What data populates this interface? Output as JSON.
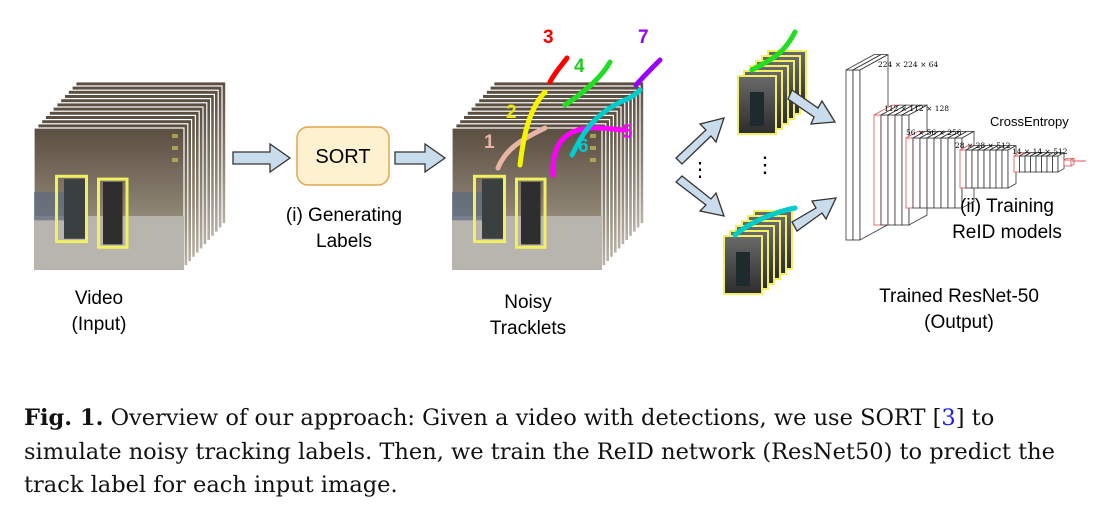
{
  "figure": {
    "video_label_line1": "Video",
    "video_label_line2": "(Input)",
    "sort_label": "SORT",
    "step1_line1": "(i) Generating",
    "step1_line2": "Labels",
    "noisy_line1": "Noisy",
    "noisy_line2": "Tracklets",
    "track_ids": [
      "1",
      "2",
      "3",
      "4",
      "5",
      "6",
      "7"
    ],
    "ellipsis": "⋮",
    "loss_label": "CrossEntropy",
    "layer_dims": [
      "224 × 224 × 64",
      "112 × 112 × 128",
      "56 × 56 × 256",
      "28 × 28 × 512",
      "14 × 14 × 512"
    ],
    "step2_line1": "(ii) Training",
    "step2_line2": "ReID models",
    "output_line1": "Trained ResNet-50",
    "output_line2": "(Output)",
    "colors": {
      "track1": "#e8b4a8",
      "track2": "#f5f500",
      "track3": "#ff0000",
      "track4": "#22dd22",
      "track5": "#ff00ff",
      "track6": "#00cccc",
      "track7": "#9900ff",
      "box": "#f0f060",
      "arrow_fill": "#c9dcec",
      "sort_fill": "#fdf1cf",
      "sort_stroke": "#e0a84a"
    }
  },
  "caption": {
    "label": "Fig. 1.",
    "text_before_cite": " Overview of our approach: Given a video with detections, we use SORT [",
    "cite": "3",
    "text_after_cite": "] to simulate noisy tracking labels. Then, we train the ReID network (ResNet50) to predict the track label for each input image."
  }
}
